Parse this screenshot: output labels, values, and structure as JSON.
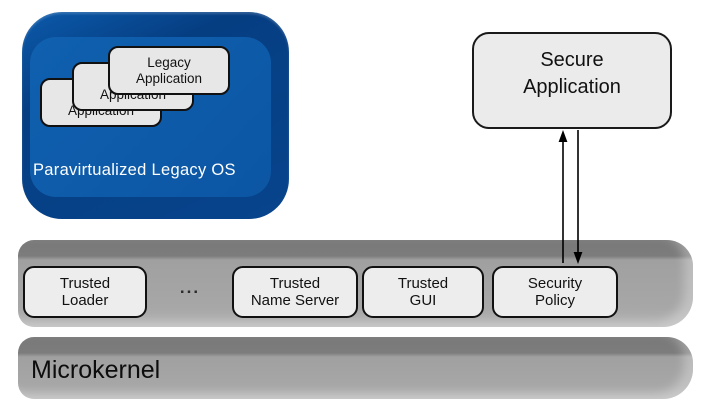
{
  "colors": {
    "os_face": "#0d5cab",
    "os_bevel": "#07448c",
    "bar_face": "#a7a7a7",
    "bar_top_edge": "#7b7b7b",
    "box_fill": "#ededed",
    "box_border": "#111111",
    "os_label_color": "#ffffff",
    "arrow_color": "#000000"
  },
  "legacy_os": {
    "label": "Paravirtualized Legacy OS",
    "apps": [
      {
        "line1": "Legacy",
        "line2": "Application"
      },
      {
        "line1": "Legacy",
        "line2": "Application"
      },
      {
        "line1": "Legacy",
        "line2": "Application"
      }
    ]
  },
  "secure_app": {
    "line1": "Secure",
    "line2": "Application"
  },
  "services": {
    "loader": {
      "line1": "Trusted",
      "line2": "Loader"
    },
    "ellipsis": "...",
    "name_server": {
      "line1": "Trusted",
      "line2": "Name Server"
    },
    "gui": {
      "line1": "Trusted",
      "line2": "GUI"
    },
    "policy": {
      "line1": "Security",
      "line2": "Policy"
    }
  },
  "microkernel": {
    "label": "Microkernel"
  }
}
